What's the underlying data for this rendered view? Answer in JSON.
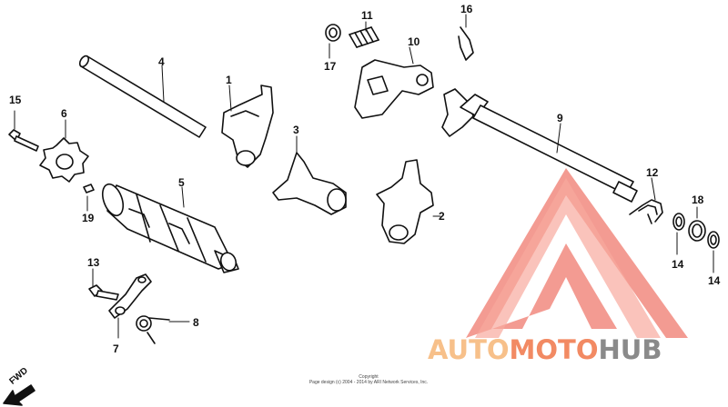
{
  "callouts": [
    {
      "id": "c1",
      "text": "1"
    },
    {
      "id": "c2",
      "text": "2"
    },
    {
      "id": "c3",
      "text": "3"
    },
    {
      "id": "c4",
      "text": "4"
    },
    {
      "id": "c5",
      "text": "5"
    },
    {
      "id": "c6",
      "text": "6"
    },
    {
      "id": "c7",
      "text": "7"
    },
    {
      "id": "c8",
      "text": "8"
    },
    {
      "id": "c9",
      "text": "9"
    },
    {
      "id": "c10",
      "text": "10"
    },
    {
      "id": "c11",
      "text": "11"
    },
    {
      "id": "c12",
      "text": "12"
    },
    {
      "id": "c13",
      "text": "13"
    },
    {
      "id": "c14a",
      "text": "14"
    },
    {
      "id": "c14b",
      "text": "14"
    },
    {
      "id": "c15",
      "text": "15"
    },
    {
      "id": "c16",
      "text": "16"
    },
    {
      "id": "c17",
      "text": "17"
    },
    {
      "id": "c18",
      "text": "18"
    },
    {
      "id": "c19",
      "text": "19"
    }
  ],
  "direction_label": "FWD",
  "copyright": {
    "line1": "Copyright",
    "line2": "Page design (c) 2004 - 2014 by ARI Network Services, Inc."
  },
  "watermark": {
    "part1": "AUTO",
    "part2": "MOTO",
    "part3": "HUB",
    "color_light": "#f7c08a",
    "color_mid": "#f28a63",
    "color_dark": "#8a8a8a",
    "logo_color": "#f07a6e"
  }
}
